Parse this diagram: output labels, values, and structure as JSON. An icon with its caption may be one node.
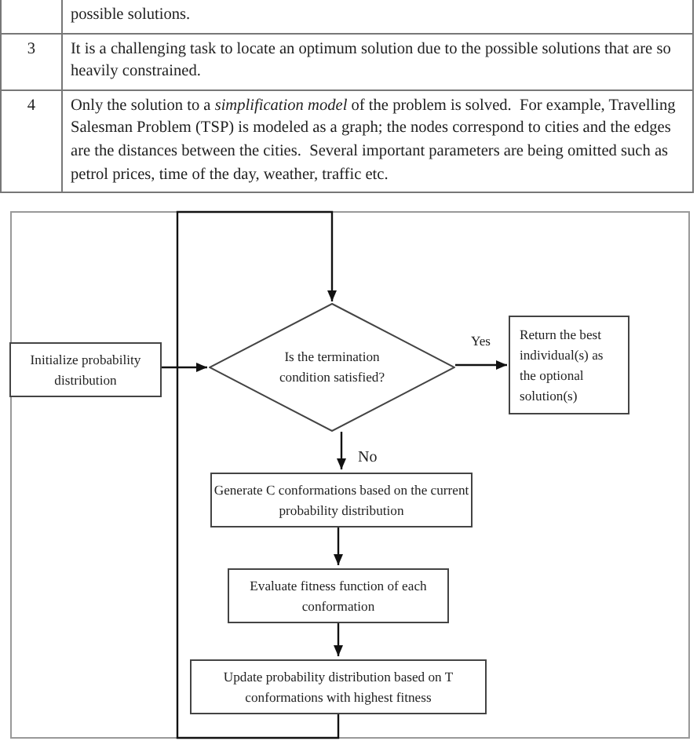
{
  "diagram": {
    "nodes": [
      {
        "text": [
          "Initialize probability distribution"
        ]
      },
      {
        "text": [
          "Is the termination condition satisfied?"
        ]
      },
      {
        "text": [
          "Return the best individual(s) as the optional solution(s)"
        ]
      },
      {
        "text": [
          "Generate C conformations based on the current probability distribution"
        ]
      },
      {
        "text": [
          "Evaluate fitness function of each conformation"
        ]
      },
      {
        "text": [
          "Update probability distribution based on T conformations with highest fitness"
        ]
      }
    ],
    "edges": [
      {
        "from": 0,
        "to": 1,
        "arrow": "to"
      },
      {
        "from": 1,
        "to": 2,
        "arrow": "to",
        "label": "Yes"
      },
      {
        "from": 1,
        "to": 3,
        "arrow": "to",
        "label": "No"
      },
      {
        "from": 3,
        "to": 4,
        "arrow": "to"
      },
      {
        "from": 4,
        "to": 5,
        "arrow": "to"
      },
      {
        "from": 5,
        "to": 1,
        "arrow": "to"
      }
    ],
    "labels": [
      "possible solutions.",
      "3",
      "It is a challenging task to locate an optimum solution due to the possible solutions that are so heavily constrained.",
      "4",
      "Only the solution to a *simplification model* of the problem is solved.  For example, Travelling Salesman Problem (TSP) is modeled as a graph; the nodes correspond to cities and the edges are the distances between the cities.  Several important parameters are being omitted such as petrol prices, time of the day, weather, traffic etc."
    ]
  }
}
